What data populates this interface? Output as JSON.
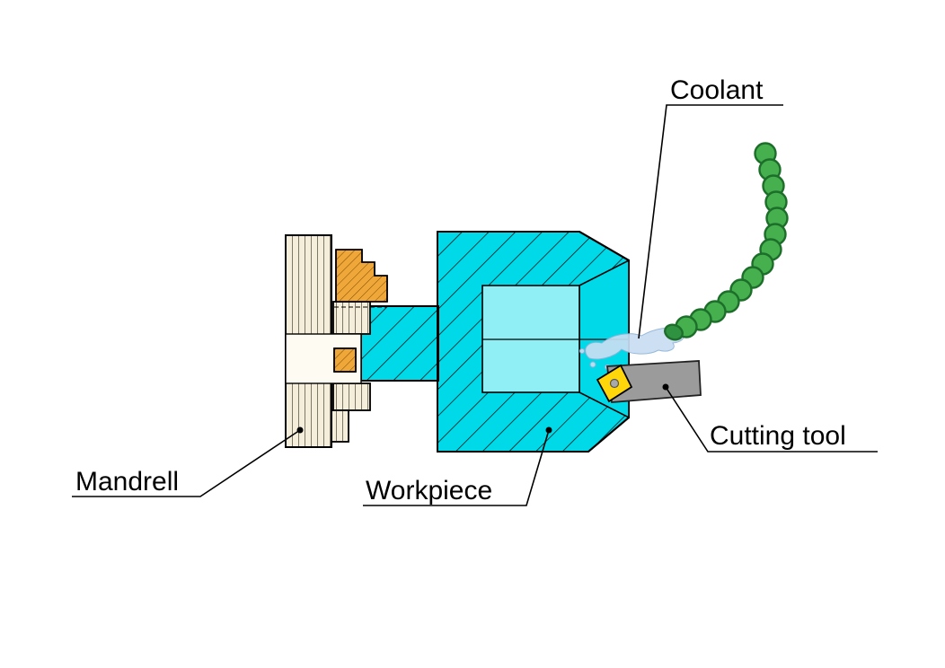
{
  "diagram": {
    "type": "technical-illustration",
    "labels": {
      "coolant": "Coolant",
      "cutting_tool": "Cutting tool",
      "workpiece": "Workpiece",
      "mandrell": "Mandrell"
    },
    "colors": {
      "background": "#ffffff",
      "outline": "#000000",
      "workpiece": "#00d9e8",
      "workpiece_bore": "#90eef5",
      "mandrel": "#f4eedb",
      "mandrel_bore": "#fdfbf2",
      "clamp_orange": "#f0a73a",
      "hose_green": "#45b04d",
      "hose_dark": "#1d6e2a",
      "tool_gray": "#9b9b9b",
      "insert_yellow": "#ffd60a",
      "coolant_spray": "#c9def2"
    }
  }
}
